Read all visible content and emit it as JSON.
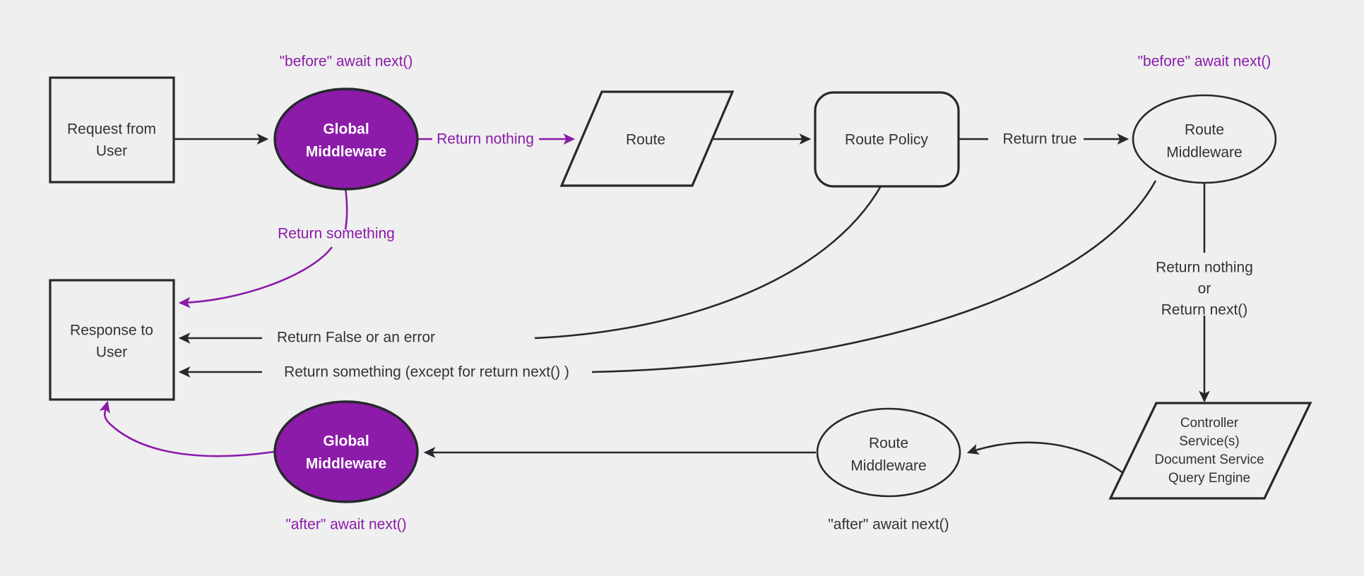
{
  "diagram": {
    "title": "Middleware request lifecycle flow",
    "background_color": "#efefef",
    "accent_color": "#8B1BA8",
    "line_color": "#26282b",
    "nodes": {
      "request": {
        "line1": "Request from",
        "line2": "User"
      },
      "global_mw_top": {
        "line1": "Global",
        "line2": "Middleware"
      },
      "route": {
        "line1": "Route"
      },
      "route_policy": {
        "line1": "Route Policy"
      },
      "route_mw_top": {
        "line1": "Route",
        "line2": "Middleware"
      },
      "controller": {
        "line1": "Controller",
        "line2": "Service(s)",
        "line3": "Document Service",
        "line4": "Query Engine"
      },
      "route_mw_bottom": {
        "line1": "Route",
        "line2": "Middleware"
      },
      "global_mw_bottom": {
        "line1": "Global",
        "line2": "Middleware"
      },
      "response": {
        "line1": "Response to",
        "line2": "User"
      }
    },
    "annotations": {
      "before_await_next_global": "\"before\" await next()",
      "before_await_next_route": "\"before\" await next()",
      "after_await_next_global": "\"after\" await next()",
      "after_await_next_route": "\"after\" await next()"
    },
    "edge_labels": {
      "return_nothing": "Return nothing",
      "return_something": "Return something",
      "return_true": "Return true",
      "return_nothing_or_next_l1": "Return nothing",
      "return_nothing_or_next_l2": "or",
      "return_nothing_or_next_l3": "Return next()",
      "return_false_or_error": "Return False or an error",
      "return_something_except": "Return something (except for return next() )"
    }
  }
}
